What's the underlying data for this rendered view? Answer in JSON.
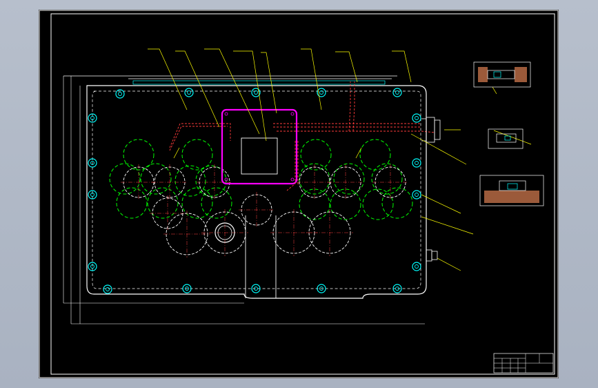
{
  "drawing": {
    "annotation_tags": [],
    "title_block": {
      "rows": [],
      "drawing_name": "",
      "scale": ""
    },
    "technical_notes": [],
    "detail_views": [
      {
        "caption": ""
      },
      {
        "caption": ""
      },
      {
        "caption": ""
      }
    ]
  },
  "colors": {
    "background": "#000000",
    "frame": "#ffffff",
    "outline": "#ffffff",
    "hole": "#00ffff",
    "gear": "#00ff00",
    "oil_line": "#ff3b3b",
    "pump_box": "#ff00ff",
    "leader": "#ffff00",
    "center_line": "#ff4040"
  },
  "icons": {
    "bolt_hole": "cyan-double-circle",
    "gear_pitch_circle": "green-dashed-circle",
    "shaft_bore": "white-dashed-circle"
  }
}
